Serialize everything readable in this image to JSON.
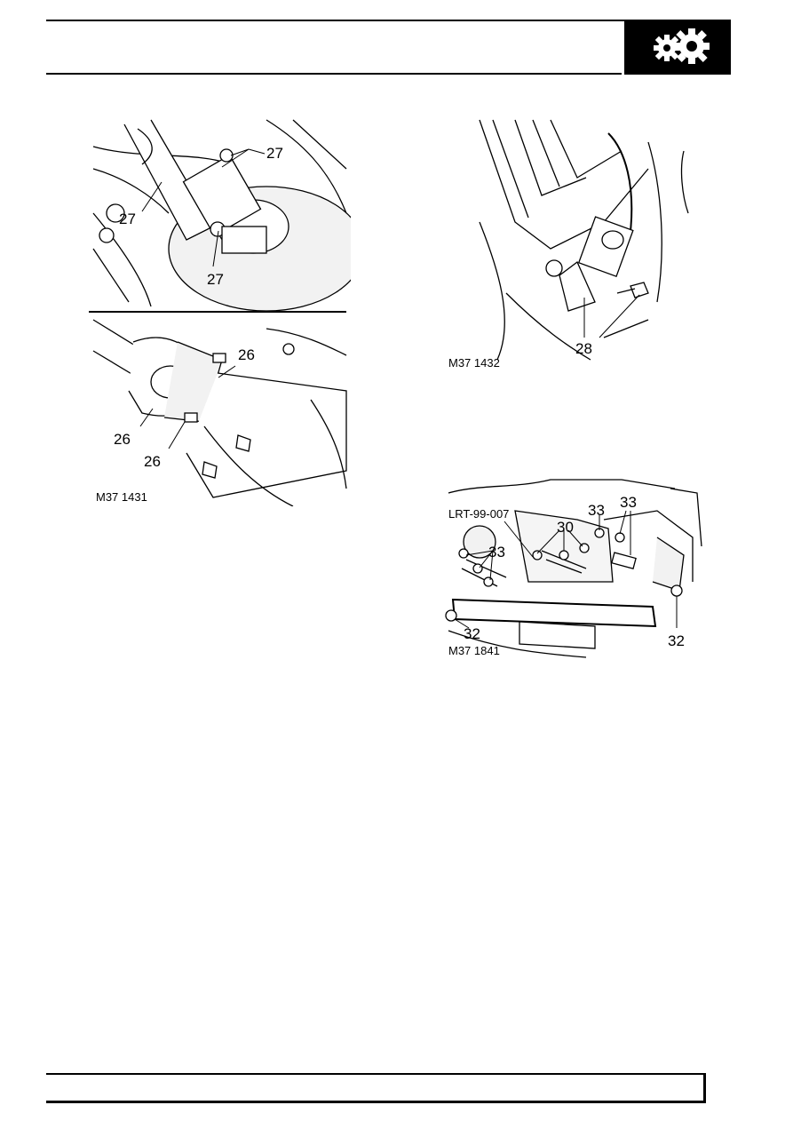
{
  "header": {
    "section_icon": "gears-icon"
  },
  "figures": {
    "fig1": {
      "caption": "M37 1431",
      "top_callouts": [
        "27",
        "27",
        "27"
      ],
      "bottom_callouts": [
        "26",
        "26",
        "26"
      ]
    },
    "fig2": {
      "caption": "M37 1432",
      "callouts": [
        "28"
      ]
    },
    "fig3": {
      "caption": "M37 1841",
      "tool": "LRT-99-007",
      "callouts": [
        "33",
        "33",
        "33",
        "30",
        "32",
        "32"
      ]
    }
  }
}
